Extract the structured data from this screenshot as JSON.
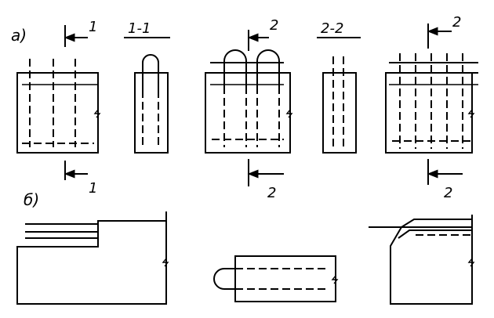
{
  "panel_labels": {
    "a": "а)",
    "b": "б)"
  },
  "section_marks": {
    "cut1_top": "1",
    "cut1_bottom": "1",
    "section1": "1-1",
    "cut2a_top": "2",
    "cut2a_bottom": "2",
    "section2": "2-2",
    "cut2b_top": "2",
    "cut2b_bottom": "2"
  }
}
